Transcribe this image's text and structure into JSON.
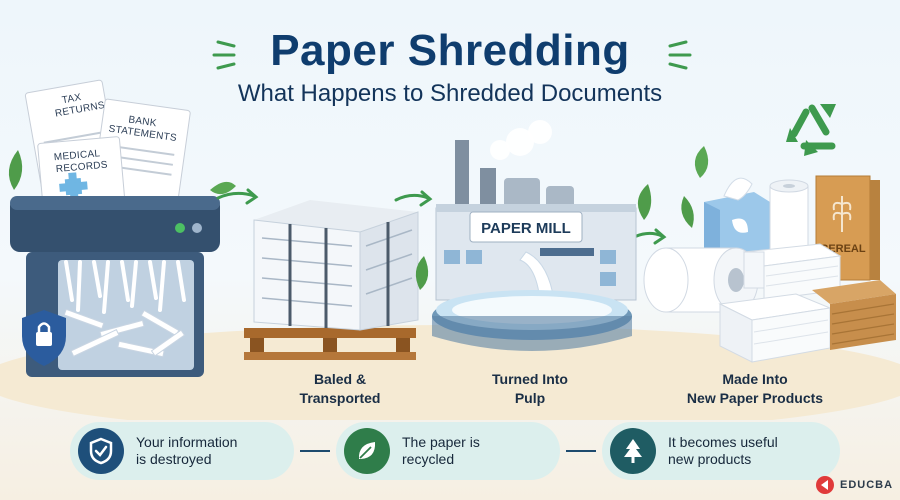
{
  "header": {
    "title": "Paper Shredding",
    "subtitle": "What Happens to Shredded Documents"
  },
  "documents": [
    "TAX",
    "RETURNS",
    "BANK",
    "STATEMENTS",
    "MEDICAL",
    "RECORDS"
  ],
  "mill_sign": "PAPER MILL",
  "cereal_box": "CEREAL",
  "steps": [
    {
      "line1": "Baled &",
      "line2": "Transported"
    },
    {
      "line1": "Turned Into",
      "line2": "Pulp"
    },
    {
      "line1": "Made Into",
      "line2": "New Paper Products"
    }
  ],
  "outcomes": [
    {
      "line1": "Your information",
      "line2": "is destroyed",
      "icon": "shield-check-icon",
      "color": "#1e4f7a"
    },
    {
      "line1": "The paper is",
      "line2": "recycled",
      "icon": "leaf-icon",
      "color": "#2f7d4a"
    },
    {
      "line1": "It becomes useful",
      "line2": "new products",
      "icon": "tree-icon",
      "color": "#1f5c63"
    }
  ],
  "brand": "EDUCBA",
  "colors": {
    "title": "#0f3d6e",
    "accent_green": "#3e9a4e",
    "pill_bg": "#dcefed"
  }
}
